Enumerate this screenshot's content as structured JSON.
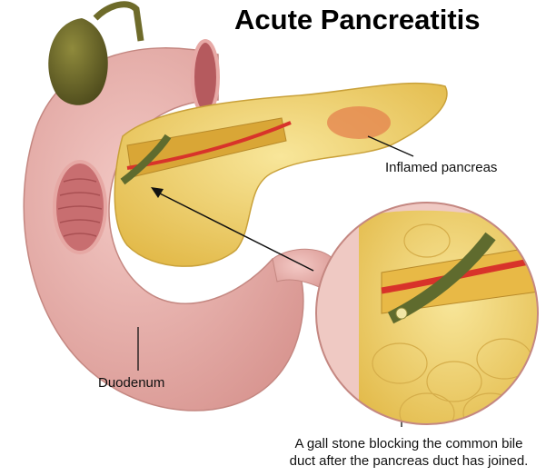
{
  "title": "Acute Pancreatitis",
  "labels": {
    "inflamed_pancreas": "Inflamed pancreas",
    "duodenum": "Duodenum",
    "gall_stone_line1": "A gall stone blocking the common bile",
    "gall_stone_line2": "duct after the pancreas duct has joined."
  },
  "colors": {
    "duodenum": "#e9b3b0",
    "pancreas": "#f2d46a",
    "gallbladder": "#6e6b2a",
    "duct": "#d8332a",
    "bile_duct": "#5f6b2e"
  }
}
